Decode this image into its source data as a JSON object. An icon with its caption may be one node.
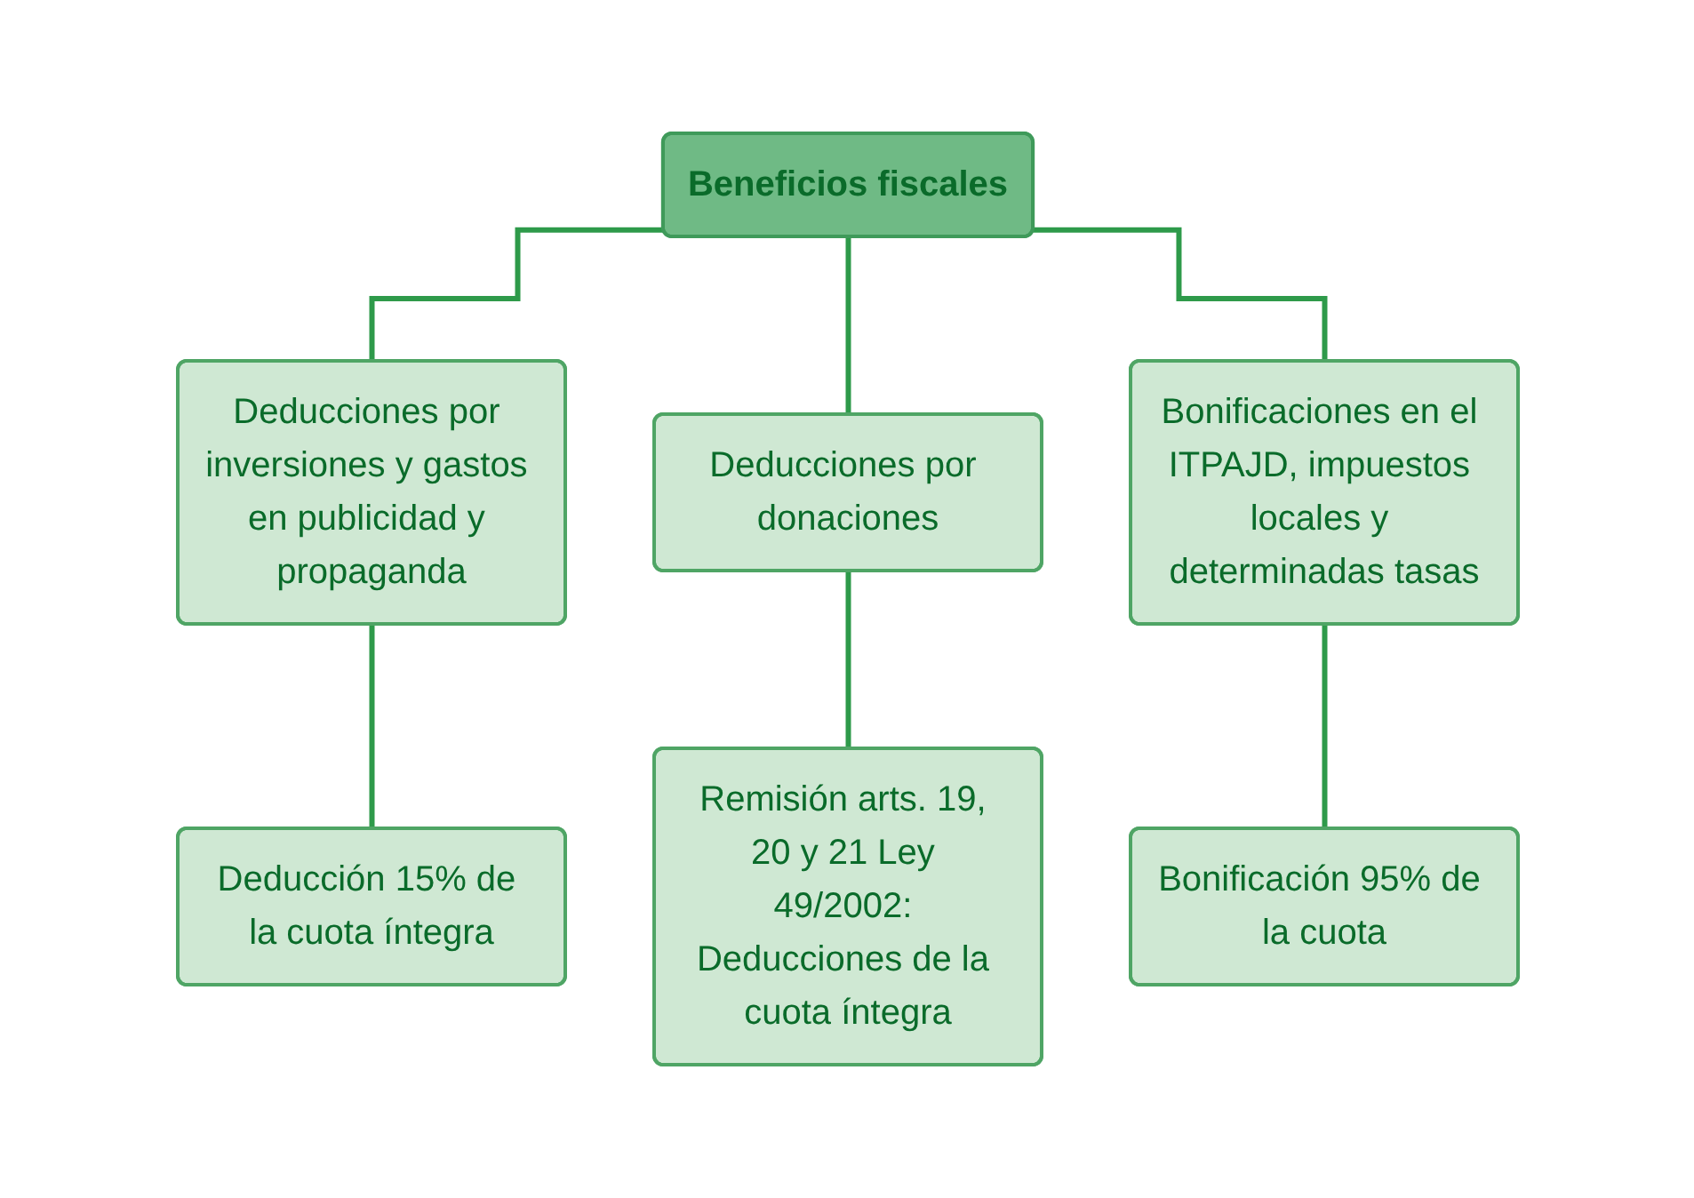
{
  "diagram": {
    "nodes": [
      {
        "text": [
          "Beneficios fiscales"
        ]
      },
      {
        "text": [
          "Deducciones por inversiones y gastos en publicidad y propaganda"
        ]
      },
      {
        "text": [
          "Deducciones por donaciones"
        ]
      },
      {
        "text": [
          "Bonificaciones en el ITPAJD, impuestos locales y determinadas tasas"
        ]
      },
      {
        "text": [
          "Deducción 15% de la cuota íntegra"
        ]
      },
      {
        "text": [
          "Remisión arts. 19, 20 y 21 Ley 49/2002: Deducciones de la cuota íntegra"
        ]
      },
      {
        "text": [
          "Bonificación 95% de la cuota"
        ]
      }
    ],
    "edges": [
      {
        "from": 0,
        "to": 1,
        "arrow": "none"
      },
      {
        "from": 0,
        "to": 2,
        "arrow": "none"
      },
      {
        "from": 0,
        "to": 3,
        "arrow": "none"
      },
      {
        "from": 1,
        "to": 4,
        "arrow": "none"
      },
      {
        "from": 2,
        "to": 5,
        "arrow": "none"
      },
      {
        "from": 3,
        "to": 6,
        "arrow": "none"
      }
    ]
  }
}
